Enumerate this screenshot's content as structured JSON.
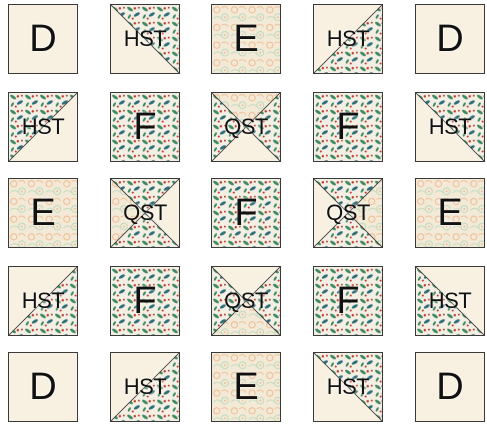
{
  "colors": {
    "cream": "#f8f1e2",
    "leaf": "#f4efe4",
    "leaf_green": "#3f8a63",
    "leaf_teal": "#2f6f7a",
    "berry": "#c0392b",
    "floral": "#f2ead6",
    "floral_peach": "#f0b890",
    "floral_mint": "#bcd9bd",
    "seam": "#3a3a3a"
  },
  "legend": {
    "D": "cream",
    "E": "floral",
    "F": "leaf"
  },
  "rows": [
    [
      {
        "label": "D",
        "type": "plain",
        "fabric": "cream"
      },
      {
        "label": "HST",
        "type": "hst",
        "diag": "tl-br",
        "a": "leaf",
        "b": "cream"
      },
      {
        "label": "E",
        "type": "plain",
        "fabric": "floral"
      },
      {
        "label": "HST",
        "type": "hst",
        "diag": "tr-bl",
        "a": "cream",
        "b": "leaf"
      },
      {
        "label": "D",
        "type": "plain",
        "fabric": "cream"
      }
    ],
    [
      {
        "label": "HST",
        "type": "hst",
        "diag": "tr-bl",
        "a": "leaf",
        "b": "cream"
      },
      {
        "label": "F",
        "type": "plain",
        "fabric": "leaf"
      },
      {
        "label": "QST",
        "type": "qst",
        "top": "floral",
        "right": "leaf",
        "bottom": "cream",
        "left": "leaf"
      },
      {
        "label": "F",
        "type": "plain",
        "fabric": "leaf"
      },
      {
        "label": "HST",
        "type": "hst",
        "diag": "tl-br",
        "a": "leaf",
        "b": "cream"
      }
    ],
    [
      {
        "label": "E",
        "type": "plain",
        "fabric": "floral"
      },
      {
        "label": "QST",
        "type": "qst",
        "top": "leaf",
        "right": "cream",
        "bottom": "leaf",
        "left": "floral"
      },
      {
        "label": "F",
        "type": "plain",
        "fabric": "leaf"
      },
      {
        "label": "QST",
        "type": "qst",
        "top": "leaf",
        "right": "floral",
        "bottom": "leaf",
        "left": "cream"
      },
      {
        "label": "E",
        "type": "plain",
        "fabric": "floral"
      }
    ],
    [
      {
        "label": "HST",
        "type": "hst",
        "diag": "tr-bl",
        "a": "cream",
        "b": "leaf"
      },
      {
        "label": "F",
        "type": "plain",
        "fabric": "leaf"
      },
      {
        "label": "QST",
        "type": "qst",
        "top": "cream",
        "right": "leaf",
        "bottom": "floral",
        "left": "leaf"
      },
      {
        "label": "F",
        "type": "plain",
        "fabric": "leaf"
      },
      {
        "label": "HST",
        "type": "hst",
        "diag": "tl-br",
        "a": "cream",
        "b": "leaf"
      }
    ],
    [
      {
        "label": "D",
        "type": "plain",
        "fabric": "cream"
      },
      {
        "label": "HST",
        "type": "hst",
        "diag": "tr-bl",
        "a": "cream",
        "b": "leaf"
      },
      {
        "label": "E",
        "type": "plain",
        "fabric": "floral"
      },
      {
        "label": "HST",
        "type": "hst",
        "diag": "tl-br",
        "a": "leaf",
        "b": "cream"
      },
      {
        "label": "D",
        "type": "plain",
        "fabric": "cream"
      }
    ]
  ]
}
